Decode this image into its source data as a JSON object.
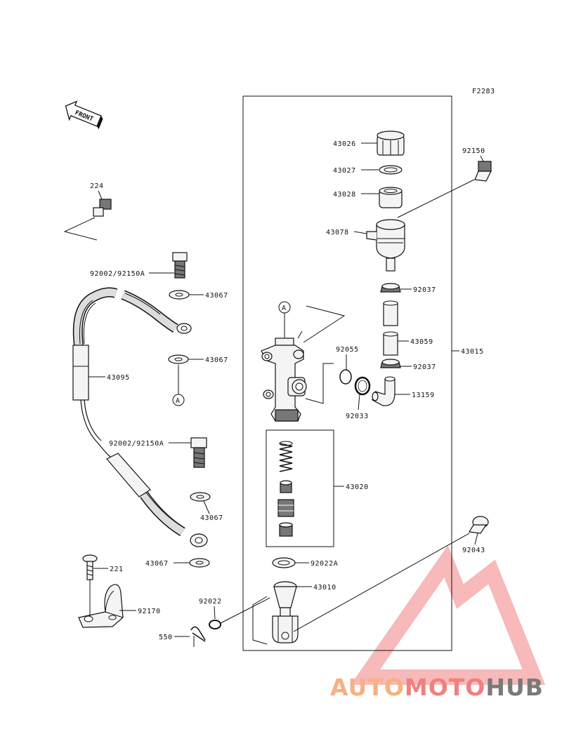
{
  "figure_code": "F2283",
  "front_arrow_text": "FRONT",
  "callout_letter": "A",
  "labels": {
    "l43026": "43026",
    "l43027": "43027",
    "l43028": "43028",
    "l43078": "43078",
    "l92150": "92150",
    "l224": "224",
    "l92002a": "92002/92150A",
    "l43067a": "43067",
    "l43067b": "43067",
    "l43095": "43095",
    "l92037a": "92037",
    "l43059": "43059",
    "l43015": "43015",
    "l92055": "92055",
    "l92037b": "92037",
    "l13159": "13159",
    "l92033": "92033",
    "l92002b": "92002/92150A",
    "l43020": "43020",
    "l43067c": "43067",
    "l43067d": "43067",
    "l92043": "92043",
    "l221": "221",
    "l92022a": "92022A",
    "l43010": "43010",
    "l92170": "92170",
    "l92022": "92022",
    "l550": "550"
  },
  "watermark": {
    "part1": "AUTO",
    "part2": "MOTO",
    "part3": "HUB",
    "colors": {
      "auto": "#f5b183",
      "moto": "#f08080",
      "hub": "#7a7a7a"
    }
  }
}
